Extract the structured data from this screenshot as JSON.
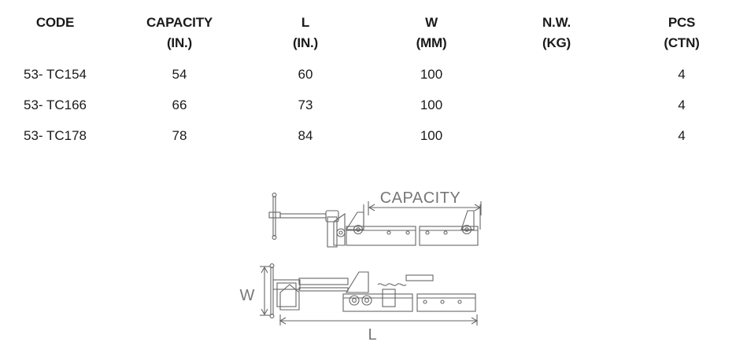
{
  "table": {
    "headers": [
      {
        "line1": "CODE",
        "line2": ""
      },
      {
        "line1": "CAPACITY",
        "line2": "(IN.)"
      },
      {
        "line1": "L",
        "line2": "(IN.)"
      },
      {
        "line1": "W",
        "line2": "(MM)"
      },
      {
        "line1": "N.W.",
        "line2": "(KG)"
      },
      {
        "line1": "PCS",
        "line2": "(CTN)"
      }
    ],
    "rows": [
      {
        "code": "53- TC154",
        "capacity": "54",
        "l": "60",
        "w": "100",
        "nw": "",
        "pcs": "4"
      },
      {
        "code": "53- TC166",
        "capacity": "66",
        "l": "73",
        "w": "100",
        "nw": "",
        "pcs": "4"
      },
      {
        "code": "53- TC178",
        "capacity": "78",
        "l": "84",
        "w": "100",
        "nw": "",
        "pcs": "4"
      }
    ]
  },
  "diagram": {
    "capacity_label": "CAPACITY",
    "w_label": "W",
    "l_label": "L"
  }
}
